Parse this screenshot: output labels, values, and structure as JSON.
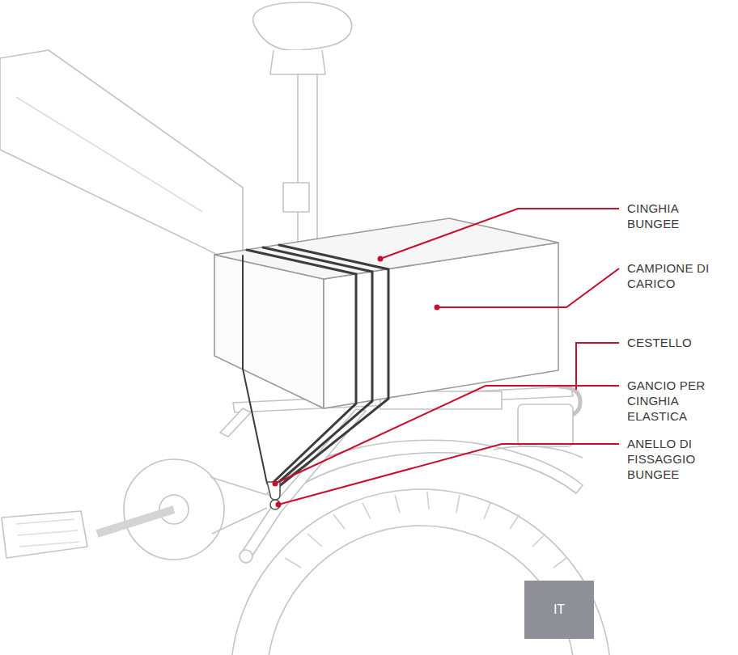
{
  "diagram": {
    "nodes": [
      {
        "text": [
          "IT"
        ]
      }
    ],
    "labels": [
      "CINGHIA BUNGEE",
      "CAMPIONE DI CARICO",
      "CESTELLO",
      "GANCIO PER CINGHIA ELASTICA",
      "ANELLO DI FISSAGGIO BUNGEE"
    ]
  }
}
